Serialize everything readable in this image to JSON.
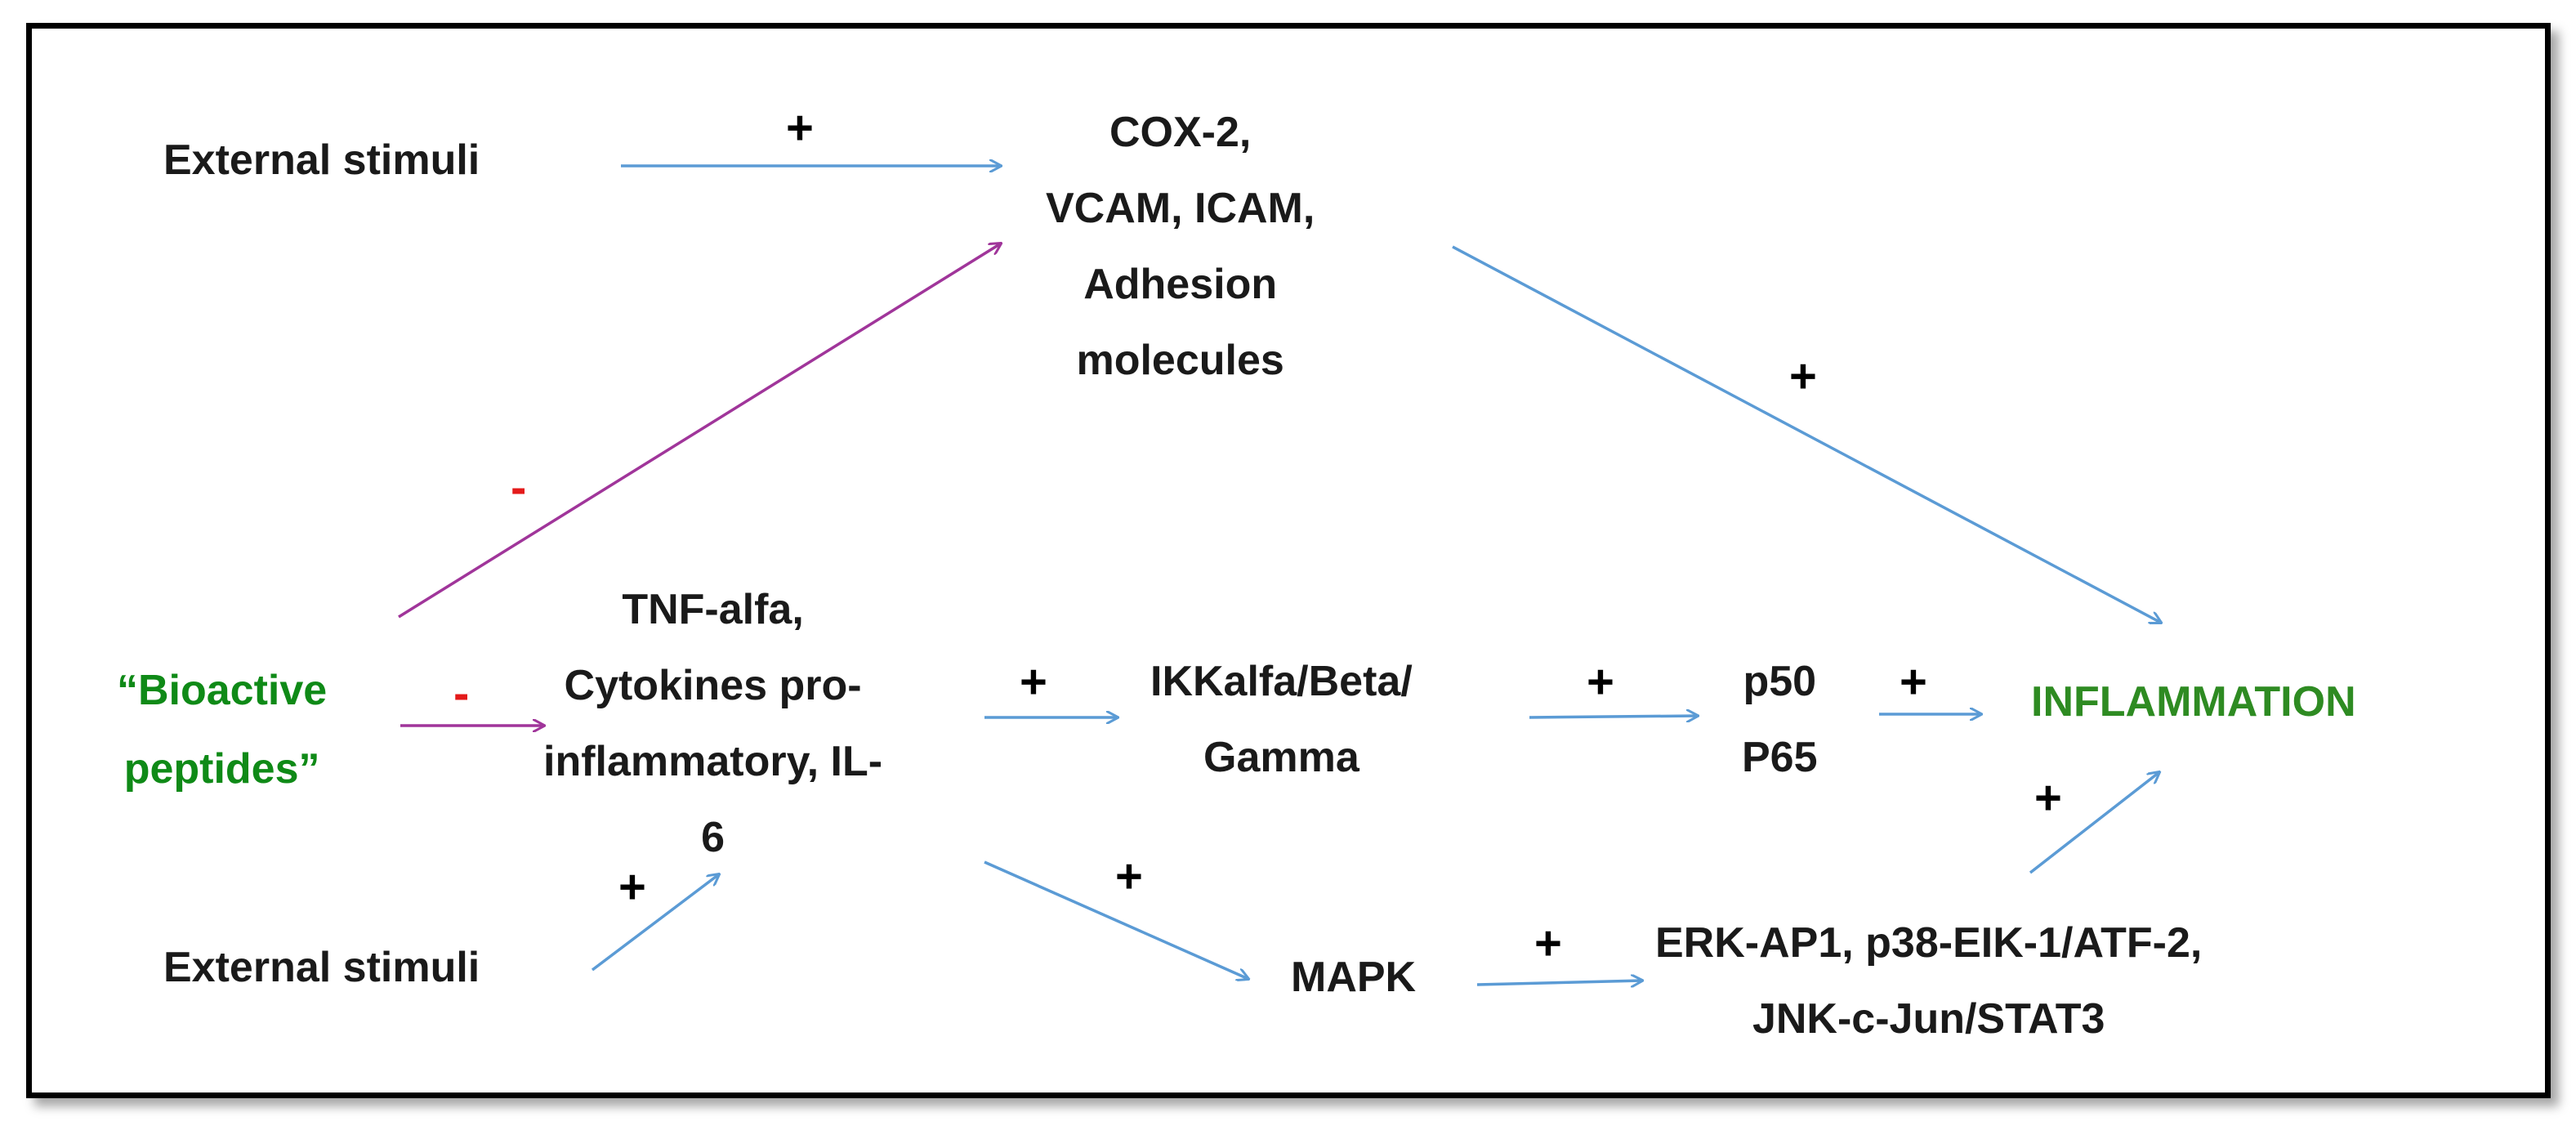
{
  "colors": {
    "frame": "#000000",
    "text": "#1a1a1a",
    "blue_arrow": "#5b9bd5",
    "purple_arrow": "#a0359a",
    "inflammation": "#2e8b22",
    "peptides": "#0f8a17",
    "inhibit_sign": "#e41a1a",
    "activate_sign": "#000000"
  },
  "nodes": {
    "external_stimuli_top": "External stimuli",
    "cox2": [
      "COX-2,",
      "VCAM, ICAM,",
      "Adhesion",
      "molecules"
    ],
    "bioactive_peptides": [
      "“Bioactive",
      "peptides”"
    ],
    "tnf": [
      "TNF-alfa,",
      "Cytokines pro-",
      "inflammatory, IL-",
      "6"
    ],
    "ikk": [
      "IKKalfa/Beta/",
      "Gamma"
    ],
    "p50": [
      "p50",
      "P65"
    ],
    "inflammation": "INFLAMMATION",
    "external_stimuli_bottom": "External stimuli",
    "mapk": "MAPK",
    "erk": [
      "ERK-AP1, p38-EIK-1/ATF-2,",
      "JNK-c-Jun/STAT3"
    ]
  },
  "edges": [
    {
      "from": "external_stimuli_top",
      "to": "cox2",
      "sign": "+"
    },
    {
      "from": "bioactive_peptides",
      "to": "cox2",
      "sign": "-"
    },
    {
      "from": "cox2",
      "to": "inflammation",
      "sign": "+"
    },
    {
      "from": "bioactive_peptides",
      "to": "tnf",
      "sign": "-"
    },
    {
      "from": "tnf",
      "to": "ikk",
      "sign": "+"
    },
    {
      "from": "ikk",
      "to": "p50",
      "sign": "+"
    },
    {
      "from": "p50",
      "to": "inflammation",
      "sign": "+"
    },
    {
      "from": "external_stimuli_bottom",
      "to": "tnf",
      "sign": "+"
    },
    {
      "from": "tnf",
      "to": "mapk",
      "sign": "+"
    },
    {
      "from": "mapk",
      "to": "erk",
      "sign": "+"
    },
    {
      "from": "erk",
      "to": "inflammation",
      "sign": "+"
    }
  ]
}
